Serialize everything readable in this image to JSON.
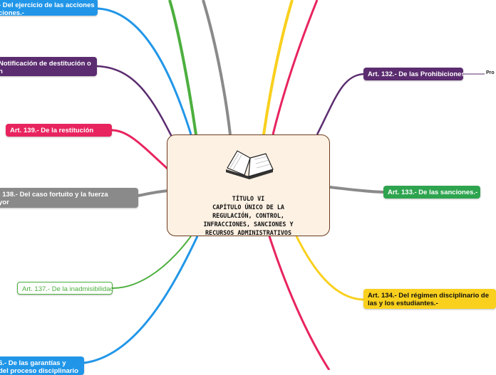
{
  "center": {
    "title": "TÍTULO VI\nCAPÍTULO ÚNICO DE LA\nREGULACIÓN, CONTROL,\nINFRACCIONES, SANCIONES Y\nRECURSOS ADMINISTRATIVOS"
  },
  "right_nodes": {
    "art132": {
      "label": "Art. 132.- De las Prohibiciones.",
      "color": "#5b2c6f"
    },
    "art133": {
      "label": "Art. 133.- De las sanciones.-",
      "color": "#2ea44f"
    },
    "art134": {
      "line1": "Art. 134.- Del régimen disciplinario de",
      "line2": "las y los estudiantes.-",
      "color": "#f9d01e"
    },
    "pro_label": "Pro"
  },
  "left_nodes": {
    "top": {
      "line1": "- Del ejercicio de las acciones",
      "line2": "ciones.-",
      "color": "#2196e8"
    },
    "notificacion": {
      "line1": "Notificación de destitución o",
      "line2": "n",
      "color": "#5b2c6f"
    },
    "art139": {
      "label": "Art. 139.- De la restitución",
      "color": "#e8245f"
    },
    "art138": {
      "line1": ". 138.- Del caso fortuito y la fuerza",
      "line2": "yor",
      "color": "#8a8a8a"
    },
    "art137": {
      "label": "Art. 137.- De la inadmisibilidad",
      "color": "#4caf3e"
    },
    "art136": {
      "line1": "6.- De las garantías y",
      "line2": "del proceso disciplinario",
      "color": "#2196e8"
    }
  },
  "colors": {
    "blue": "#2196e8",
    "purple": "#5b2c6f",
    "red": "#e8245f",
    "gray": "#8a8a8a",
    "green": "#4caf3e",
    "yellow": "#f9d01e",
    "brown": "#a0522d",
    "darkgreen": "#2ea44f"
  },
  "icons": {
    "center_icon": "open-book-icon"
  }
}
